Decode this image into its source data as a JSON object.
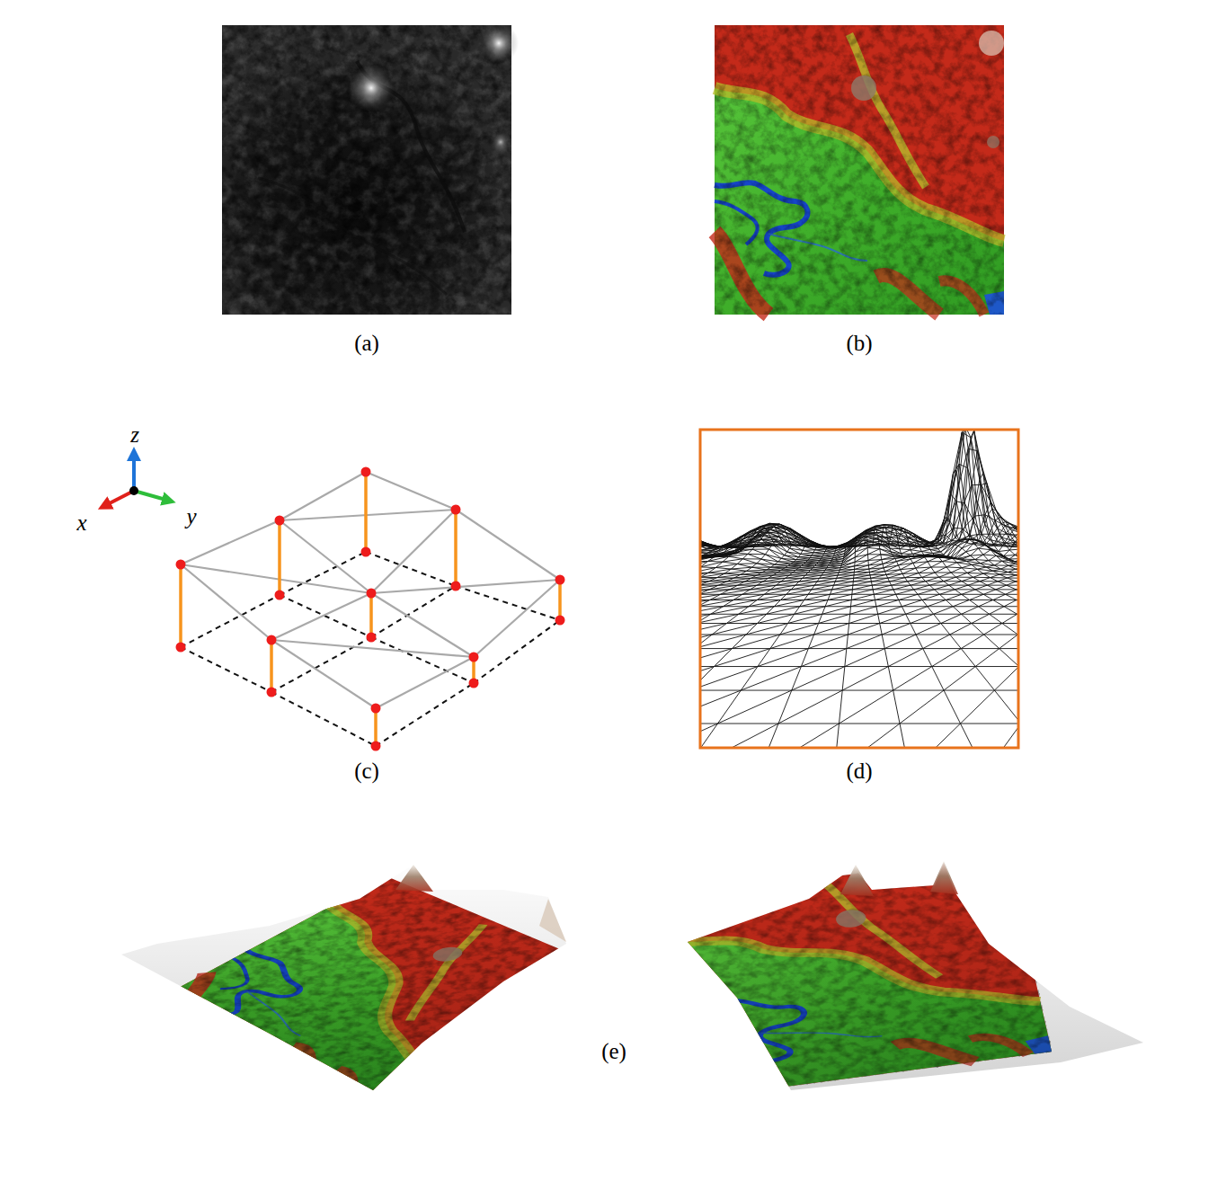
{
  "diagram": {
    "labels": [
      "(a)",
      "(b)",
      "(c)",
      "(d)",
      "(e)",
      "z",
      "x",
      "y"
    ]
  }
}
